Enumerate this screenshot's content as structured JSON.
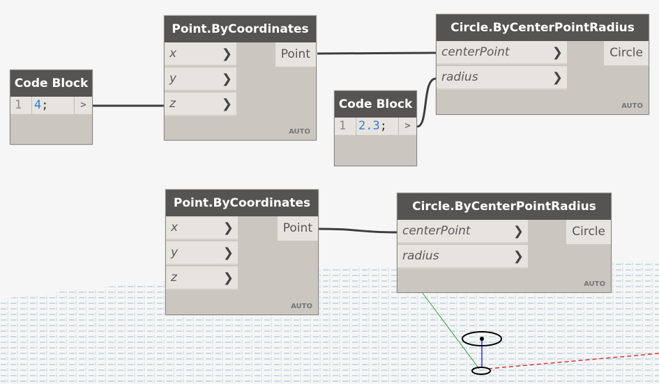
{
  "nodes": {
    "code_block_1": {
      "title": "Code Block",
      "line": "1",
      "value": "4",
      "semi": ";",
      "out": ">"
    },
    "point_1": {
      "title": "Point.ByCoordinates",
      "inputs": [
        "x",
        "y",
        "z"
      ],
      "output": "Point",
      "lacing": "AUTO"
    },
    "circle_1": {
      "title": "Circle.ByCenterPointRadius",
      "inputs": [
        "centerPoint",
        "radius"
      ],
      "output": "Circle",
      "lacing": "AUTO"
    },
    "code_block_2": {
      "title": "Code Block",
      "line": "1",
      "value": "2.3",
      "semi": ";",
      "out": ">"
    },
    "point_2": {
      "title": "Point.ByCoordinates",
      "inputs": [
        "x",
        "y",
        "z"
      ],
      "output": "Point",
      "lacing": "AUTO"
    },
    "circle_2": {
      "title": "Circle.ByCenterPointRadius",
      "inputs": [
        "centerPoint",
        "radius"
      ],
      "output": "Circle",
      "lacing": "AUTO"
    }
  },
  "colors": {
    "header": "#555452",
    "body": "#cbc7c0",
    "port": "#e7e4df",
    "wire": "#3d3d3d",
    "grid": "#a9c6d6",
    "code_value": "#2b7fd0"
  }
}
